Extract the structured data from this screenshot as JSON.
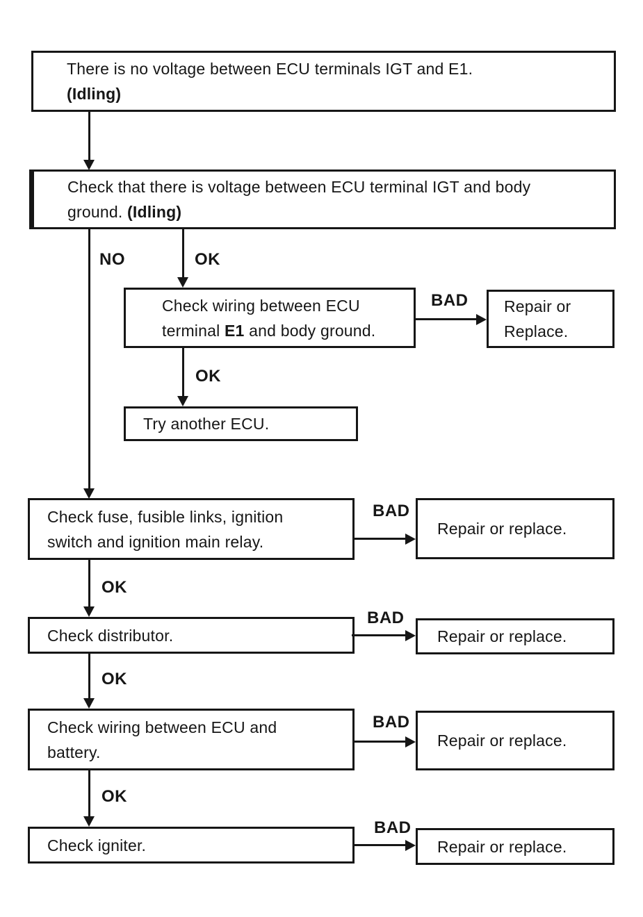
{
  "diagram": {
    "type": "troubleshooting-flowchart",
    "labels": {
      "no": "NO",
      "ok": "OK",
      "bad": "BAD"
    },
    "nodes": {
      "start": {
        "line1": "There is no voltage between ECU terminals IGT and E1.",
        "condition": "(Idling)"
      },
      "check_voltage": {
        "line1": "Check that there is voltage between ECU terminal IGT and body",
        "line2": "ground.",
        "condition": "(Idling)"
      },
      "check_wiring_e1": {
        "line1": "Check wiring between ECU",
        "line2_pre": "terminal ",
        "line2_bold": "E1",
        "line2_post": " and body ground."
      },
      "repair_replace_caps": {
        "line1": "Repair or",
        "line2": "Replace."
      },
      "try_another_ecu": {
        "text": "Try another ECU."
      },
      "check_fuse": {
        "line1": "Check fuse, fusible links, ignition",
        "line2": "switch and ignition main relay."
      },
      "check_distributor": {
        "text": "Check distributor."
      },
      "check_wiring_battery": {
        "line1": "Check wiring between ECU and",
        "line2": "battery."
      },
      "check_igniter": {
        "text": "Check igniter."
      },
      "repair_replace": {
        "text": "Repair or replace."
      }
    }
  },
  "colors": {
    "ink": "#161616",
    "background": "#ffffff"
  }
}
